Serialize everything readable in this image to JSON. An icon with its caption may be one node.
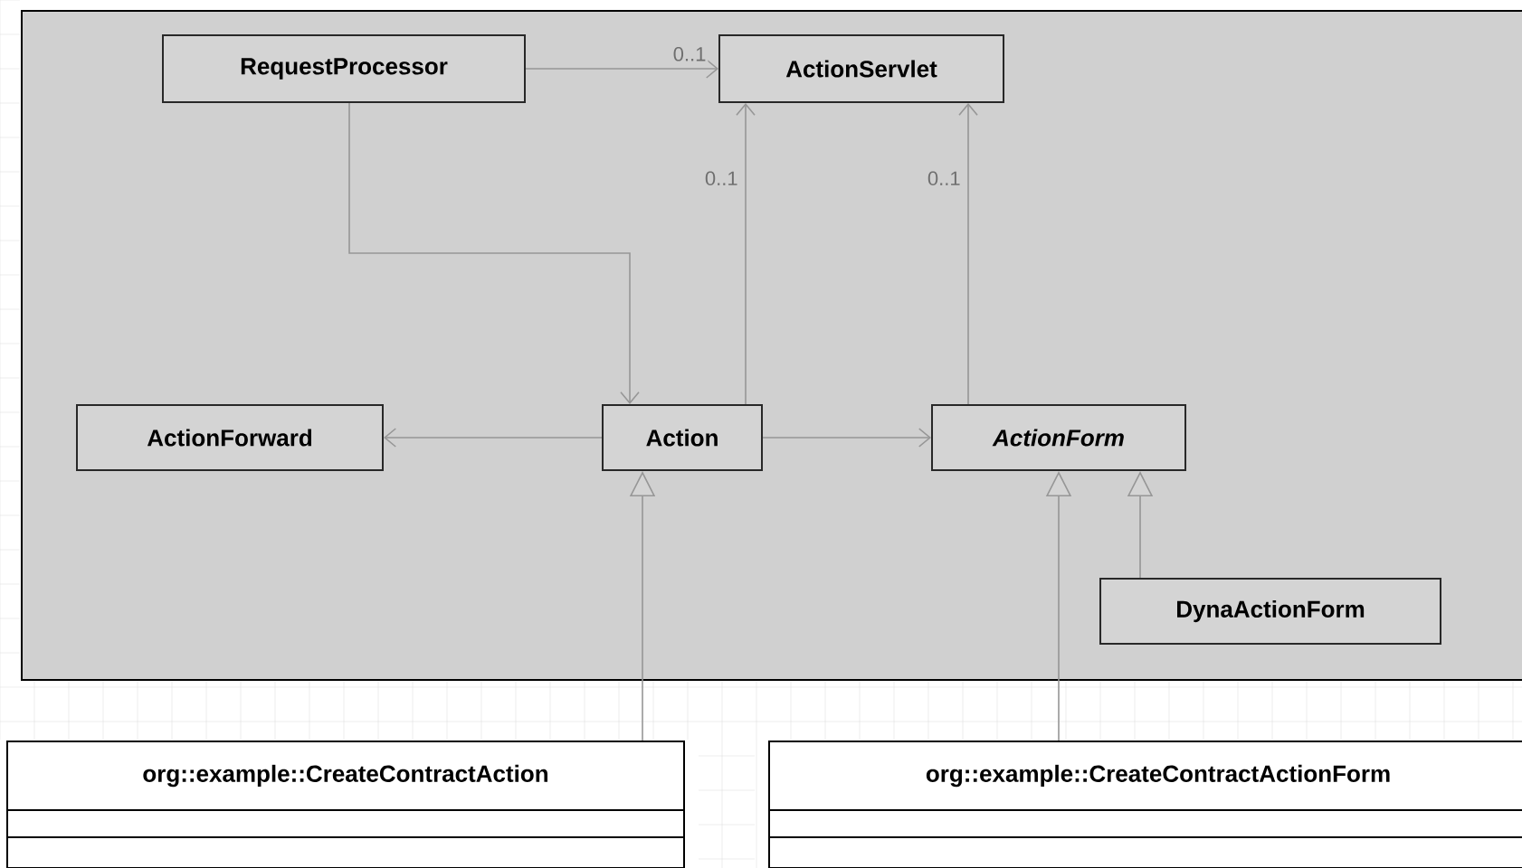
{
  "diagram": {
    "nodes": [
      {
        "text": [
          "RequestProcessor"
        ]
      },
      {
        "text": [
          "ActionServlet"
        ]
      },
      {
        "text": [
          "ActionForward"
        ]
      },
      {
        "text": [
          "Action"
        ]
      },
      {
        "text": [
          "ActionForm"
        ]
      },
      {
        "text": [
          "DynaActionForm"
        ]
      },
      {
        "text": [
          "org::example::CreateContractAction"
        ]
      },
      {
        "text": [
          "org::example::CreateContractActionForm"
        ]
      }
    ],
    "edges": [
      {
        "from": 0,
        "to": 1,
        "arrow": "to",
        "label": "0..1"
      },
      {
        "from": 0,
        "to": 3,
        "arrow": "to"
      },
      {
        "from": 3,
        "to": 1,
        "arrow": "to",
        "label": "0..1"
      },
      {
        "from": 4,
        "to": 1,
        "arrow": "to",
        "label": "0..1"
      },
      {
        "from": 3,
        "to": 2,
        "arrow": "to"
      },
      {
        "from": 3,
        "to": 4,
        "arrow": "to"
      },
      {
        "from": 6,
        "to": 3,
        "arrow": "to"
      },
      {
        "from": 7,
        "to": 4,
        "arrow": "to"
      },
      {
        "from": 5,
        "to": 4,
        "arrow": "to"
      }
    ]
  }
}
